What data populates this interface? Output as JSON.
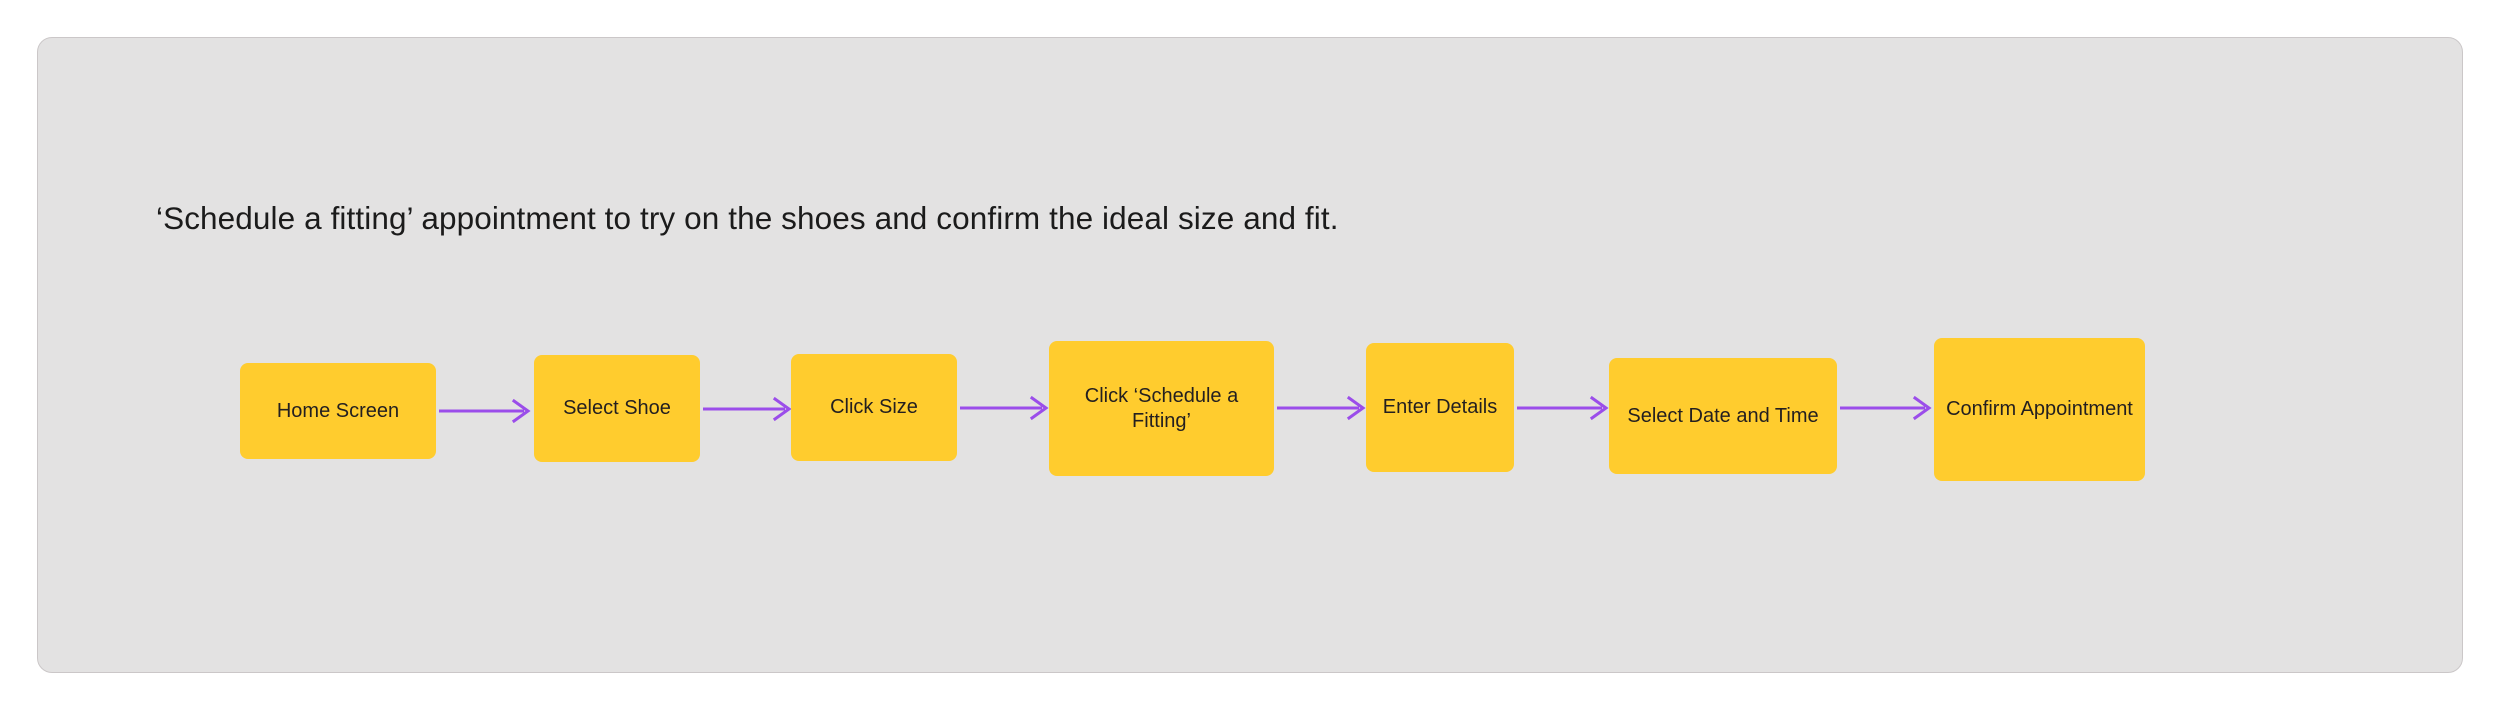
{
  "card": {
    "background_color": "#E3E2E2",
    "border_color": "#CBC7C8"
  },
  "title": {
    "text": "‘Schedule a fitting’ appointment to try on the shoes and confirm the ideal size and fit.",
    "color": "#1B1B1B"
  },
  "flow": {
    "node_color": "#FFCC2E",
    "node_text_color": "#231F20",
    "arrow_color": "#9B4DEA",
    "nodes": [
      {
        "label": "Home Screen"
      },
      {
        "label": "Select Shoe"
      },
      {
        "label": "Click Size"
      },
      {
        "label": "Click ‘Schedule a Fitting’"
      },
      {
        "label": "Enter Details"
      },
      {
        "label": "Select Date and Time"
      },
      {
        "label": "Confirm Appointment"
      }
    ],
    "arrows": [
      {
        "from": "Home Screen",
        "to": "Select Shoe"
      },
      {
        "from": "Select Shoe",
        "to": "Click Size"
      },
      {
        "from": "Click Size",
        "to": "Click ‘Schedule a Fitting’"
      },
      {
        "from": "Click ‘Schedule a Fitting’",
        "to": "Enter Details"
      },
      {
        "from": "Enter Details",
        "to": "Select Date and Time"
      },
      {
        "from": "Select Date and Time",
        "to": "Confirm Appointment"
      }
    ]
  }
}
